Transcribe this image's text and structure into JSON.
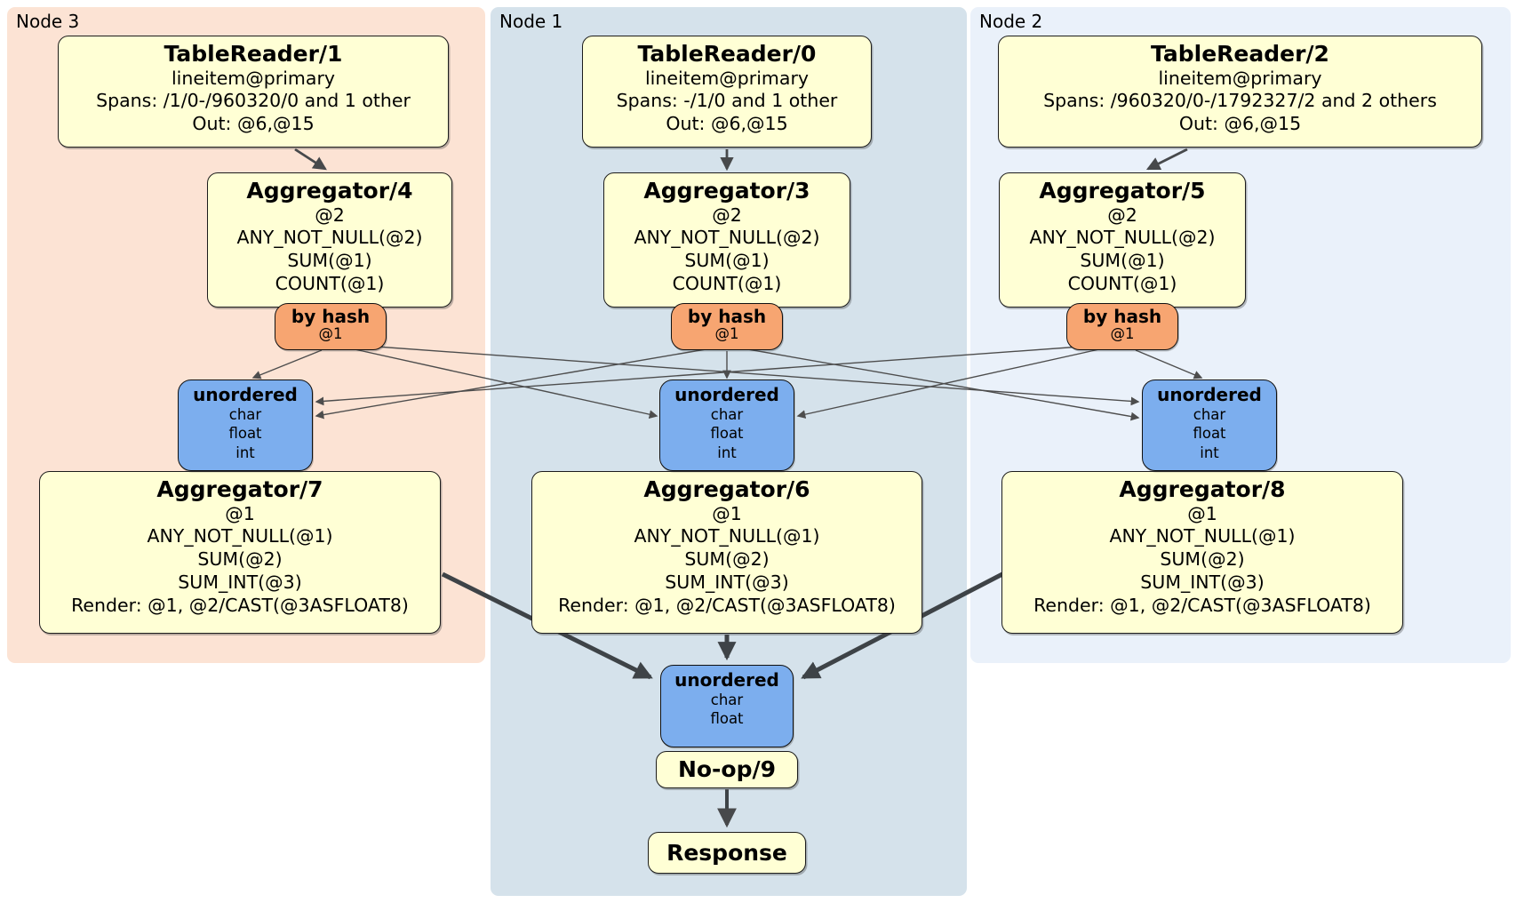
{
  "regions": [
    {
      "label": "Node 3"
    },
    {
      "label": "Node 1"
    },
    {
      "label": "Node 2"
    }
  ],
  "node3": {
    "table_reader": {
      "title": "TableReader/1",
      "lines": [
        "lineitem@primary",
        "Spans: /1/0-/960320/0 and 1 other",
        "Out: @6,@15"
      ]
    },
    "aggregator": {
      "title": "Aggregator/4",
      "lines": [
        "@2",
        "ANY_NOT_NULL(@2)",
        "SUM(@1)",
        "COUNT(@1)"
      ]
    },
    "router": {
      "title": "by hash",
      "lines": [
        "@1"
      ]
    },
    "sync": {
      "title": "unordered",
      "lines": [
        "char",
        "float",
        "int"
      ]
    },
    "aggregator2": {
      "title": "Aggregator/7",
      "lines": [
        "@1",
        "ANY_NOT_NULL(@1)",
        "SUM(@2)",
        "SUM_INT(@3)",
        "Render: @1, @2/CAST(@3ASFLOAT8)"
      ]
    }
  },
  "node1": {
    "table_reader": {
      "title": "TableReader/0",
      "lines": [
        "lineitem@primary",
        "Spans: -/1/0 and 1 other",
        "Out: @6,@15"
      ]
    },
    "aggregator": {
      "title": "Aggregator/3",
      "lines": [
        "@2",
        "ANY_NOT_NULL(@2)",
        "SUM(@1)",
        "COUNT(@1)"
      ]
    },
    "router": {
      "title": "by hash",
      "lines": [
        "@1"
      ]
    },
    "sync": {
      "title": "unordered",
      "lines": [
        "char",
        "float",
        "int"
      ]
    },
    "aggregator2": {
      "title": "Aggregator/6",
      "lines": [
        "@1",
        "ANY_NOT_NULL(@1)",
        "SUM(@2)",
        "SUM_INT(@3)",
        "Render: @1, @2/CAST(@3ASFLOAT8)"
      ]
    },
    "final_sync": {
      "title": "unordered",
      "lines": [
        "char",
        "float"
      ]
    },
    "noop": {
      "title": "No-op/9"
    },
    "response": {
      "title": "Response"
    }
  },
  "node2": {
    "table_reader": {
      "title": "TableReader/2",
      "lines": [
        "lineitem@primary",
        "Spans: /960320/0-/1792327/2 and 2 others",
        "Out: @6,@15"
      ]
    },
    "aggregator": {
      "title": "Aggregator/5",
      "lines": [
        "@2",
        "ANY_NOT_NULL(@2)",
        "SUM(@1)",
        "COUNT(@1)"
      ]
    },
    "router": {
      "title": "by hash",
      "lines": [
        "@1"
      ]
    },
    "sync": {
      "title": "unordered",
      "lines": [
        "char",
        "float",
        "int"
      ]
    },
    "aggregator2": {
      "title": "Aggregator/8",
      "lines": [
        "@1",
        "ANY_NOT_NULL(@1)",
        "SUM(@2)",
        "SUM_INT(@3)",
        "Render: @1, @2/CAST(@3ASFLOAT8)"
      ]
    }
  },
  "colors": {
    "node3_bg": "#fce3d4",
    "node1_bg": "#d5e2eb",
    "node2_bg": "#eaf1fa",
    "op_box_bg": "#ffffd5",
    "router_bg": "#f7a571",
    "sync_bg": "#7caeee",
    "edge": "#4d4d4d"
  }
}
